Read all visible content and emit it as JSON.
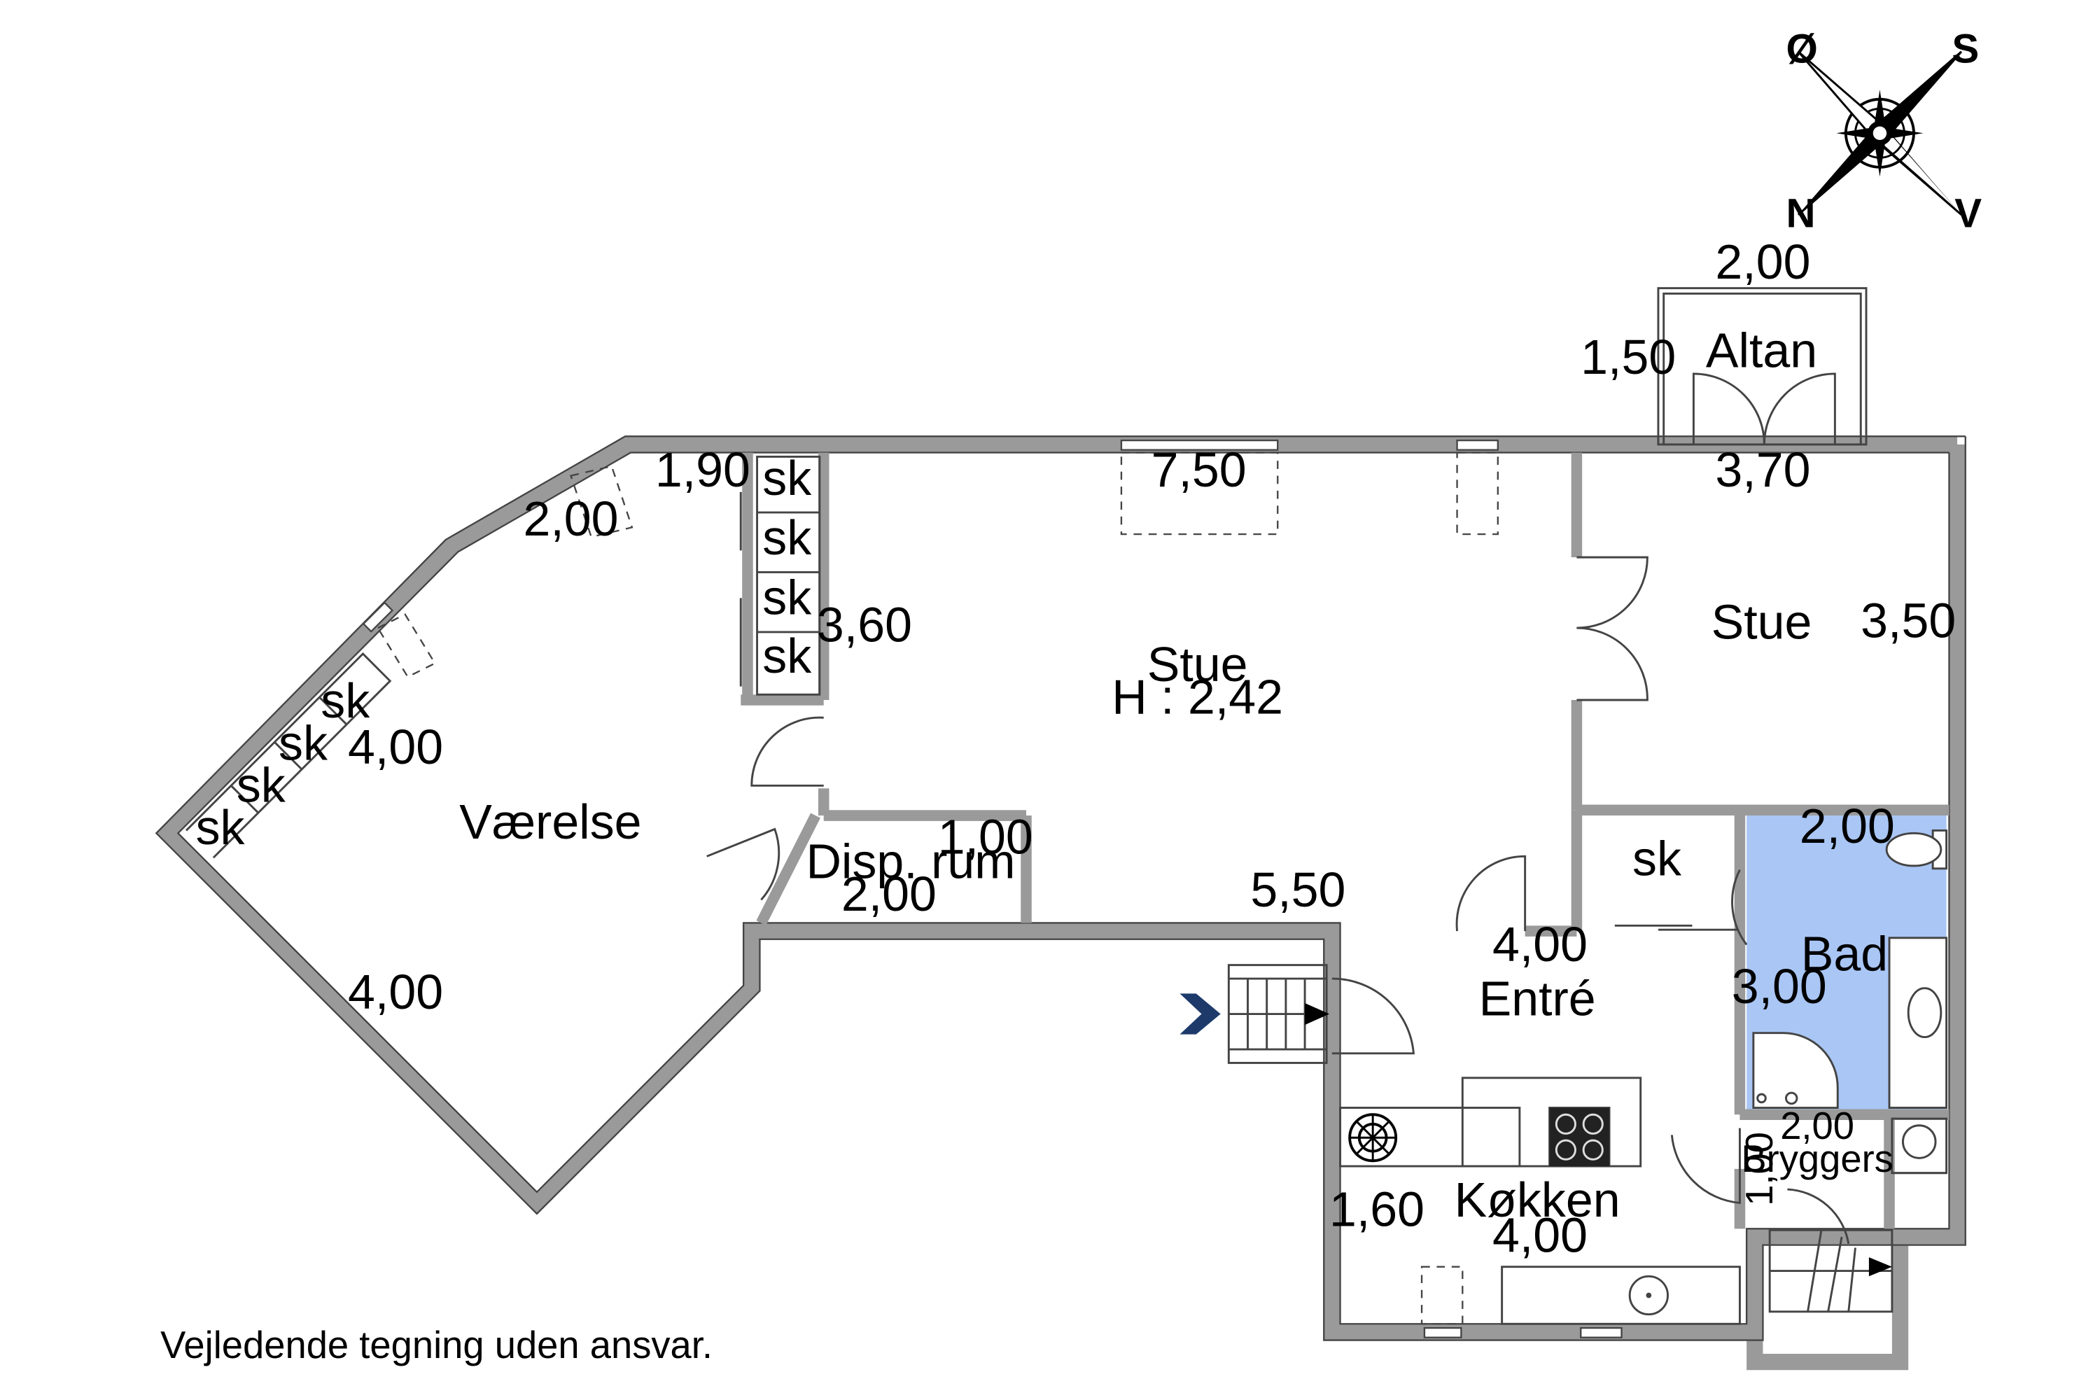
{
  "compass": {
    "label_tl": "Ø",
    "label_tr": "S",
    "label_bl": "N",
    "label_br": "V"
  },
  "rooms": {
    "altan": "Altan",
    "stue_main": "Stue",
    "stue_main_height": "H : 2,42",
    "stue_right": "Stue",
    "vaerelse": "Værelse",
    "disp_rum": "Disp. rum",
    "bad": "Bad",
    "entre": "Entré",
    "koekken": "Køkken",
    "bryggers": "Bryggers"
  },
  "storage": {
    "label": "sk"
  },
  "dimensions": {
    "altan_width": "2,00",
    "altan_depth": "1,50",
    "stue_right_width": "3,70",
    "stue_right_depth": "3,50",
    "stue_main_width": "7,50",
    "stue_main_depth": "3,60",
    "stue_main_bottom": "5,50",
    "vaerelse_top": "1,90",
    "vaerelse_diag": "2,00",
    "vaerelse_side": "4,00",
    "vaerelse_bottom": "4,00",
    "disp_depth": "1,00",
    "disp_width": "2,00",
    "bad_width": "2,00",
    "bad_depth": "3,00",
    "entre_width": "4,00",
    "koekken_width": "4,00",
    "koekken_depth": "1,60",
    "bryggers_width": "2,00",
    "bryggers_depth": "1,00"
  },
  "colors": {
    "wall": "#9a9a9a",
    "bathroom": "#a9c6f5",
    "entry_arrow": "#1d3a6b"
  },
  "footer": {
    "disclaimer": "Vejledende tegning uden ansvar."
  }
}
